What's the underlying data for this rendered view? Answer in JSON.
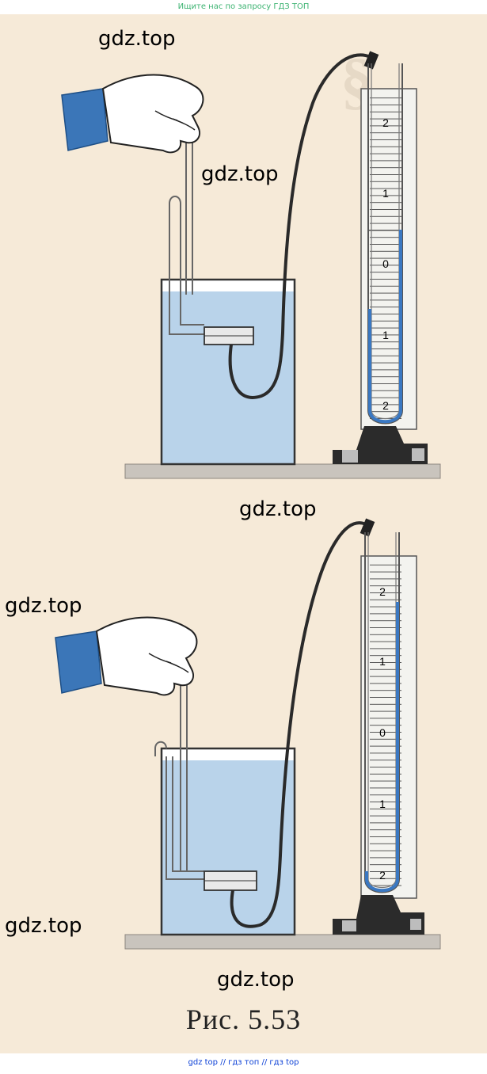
{
  "header": {
    "banner_text": "Ищите нас по запросу ГДЗ ТОП"
  },
  "watermarks": [
    "gdz.top",
    "gdz.top",
    "gdz.top",
    "gdz.top",
    "gdz.top",
    "gdz.top"
  ],
  "figures": [
    {
      "scale_labels": [
        "2",
        "1",
        "0",
        "1",
        "2"
      ]
    },
    {
      "scale_labels": [
        "2",
        "1",
        "0",
        "1",
        "2"
      ]
    }
  ],
  "caption": "Рис. 5.53",
  "footer": {
    "links": [
      "gdz top",
      "гдз топ",
      "гдз top"
    ],
    "separator": "//"
  },
  "colors": {
    "water": "#b9d3ea",
    "liquid": "#3a78c2",
    "sleeve": "#3b76b8",
    "banner": "#3cb371",
    "footer": "#0a3fd6"
  }
}
